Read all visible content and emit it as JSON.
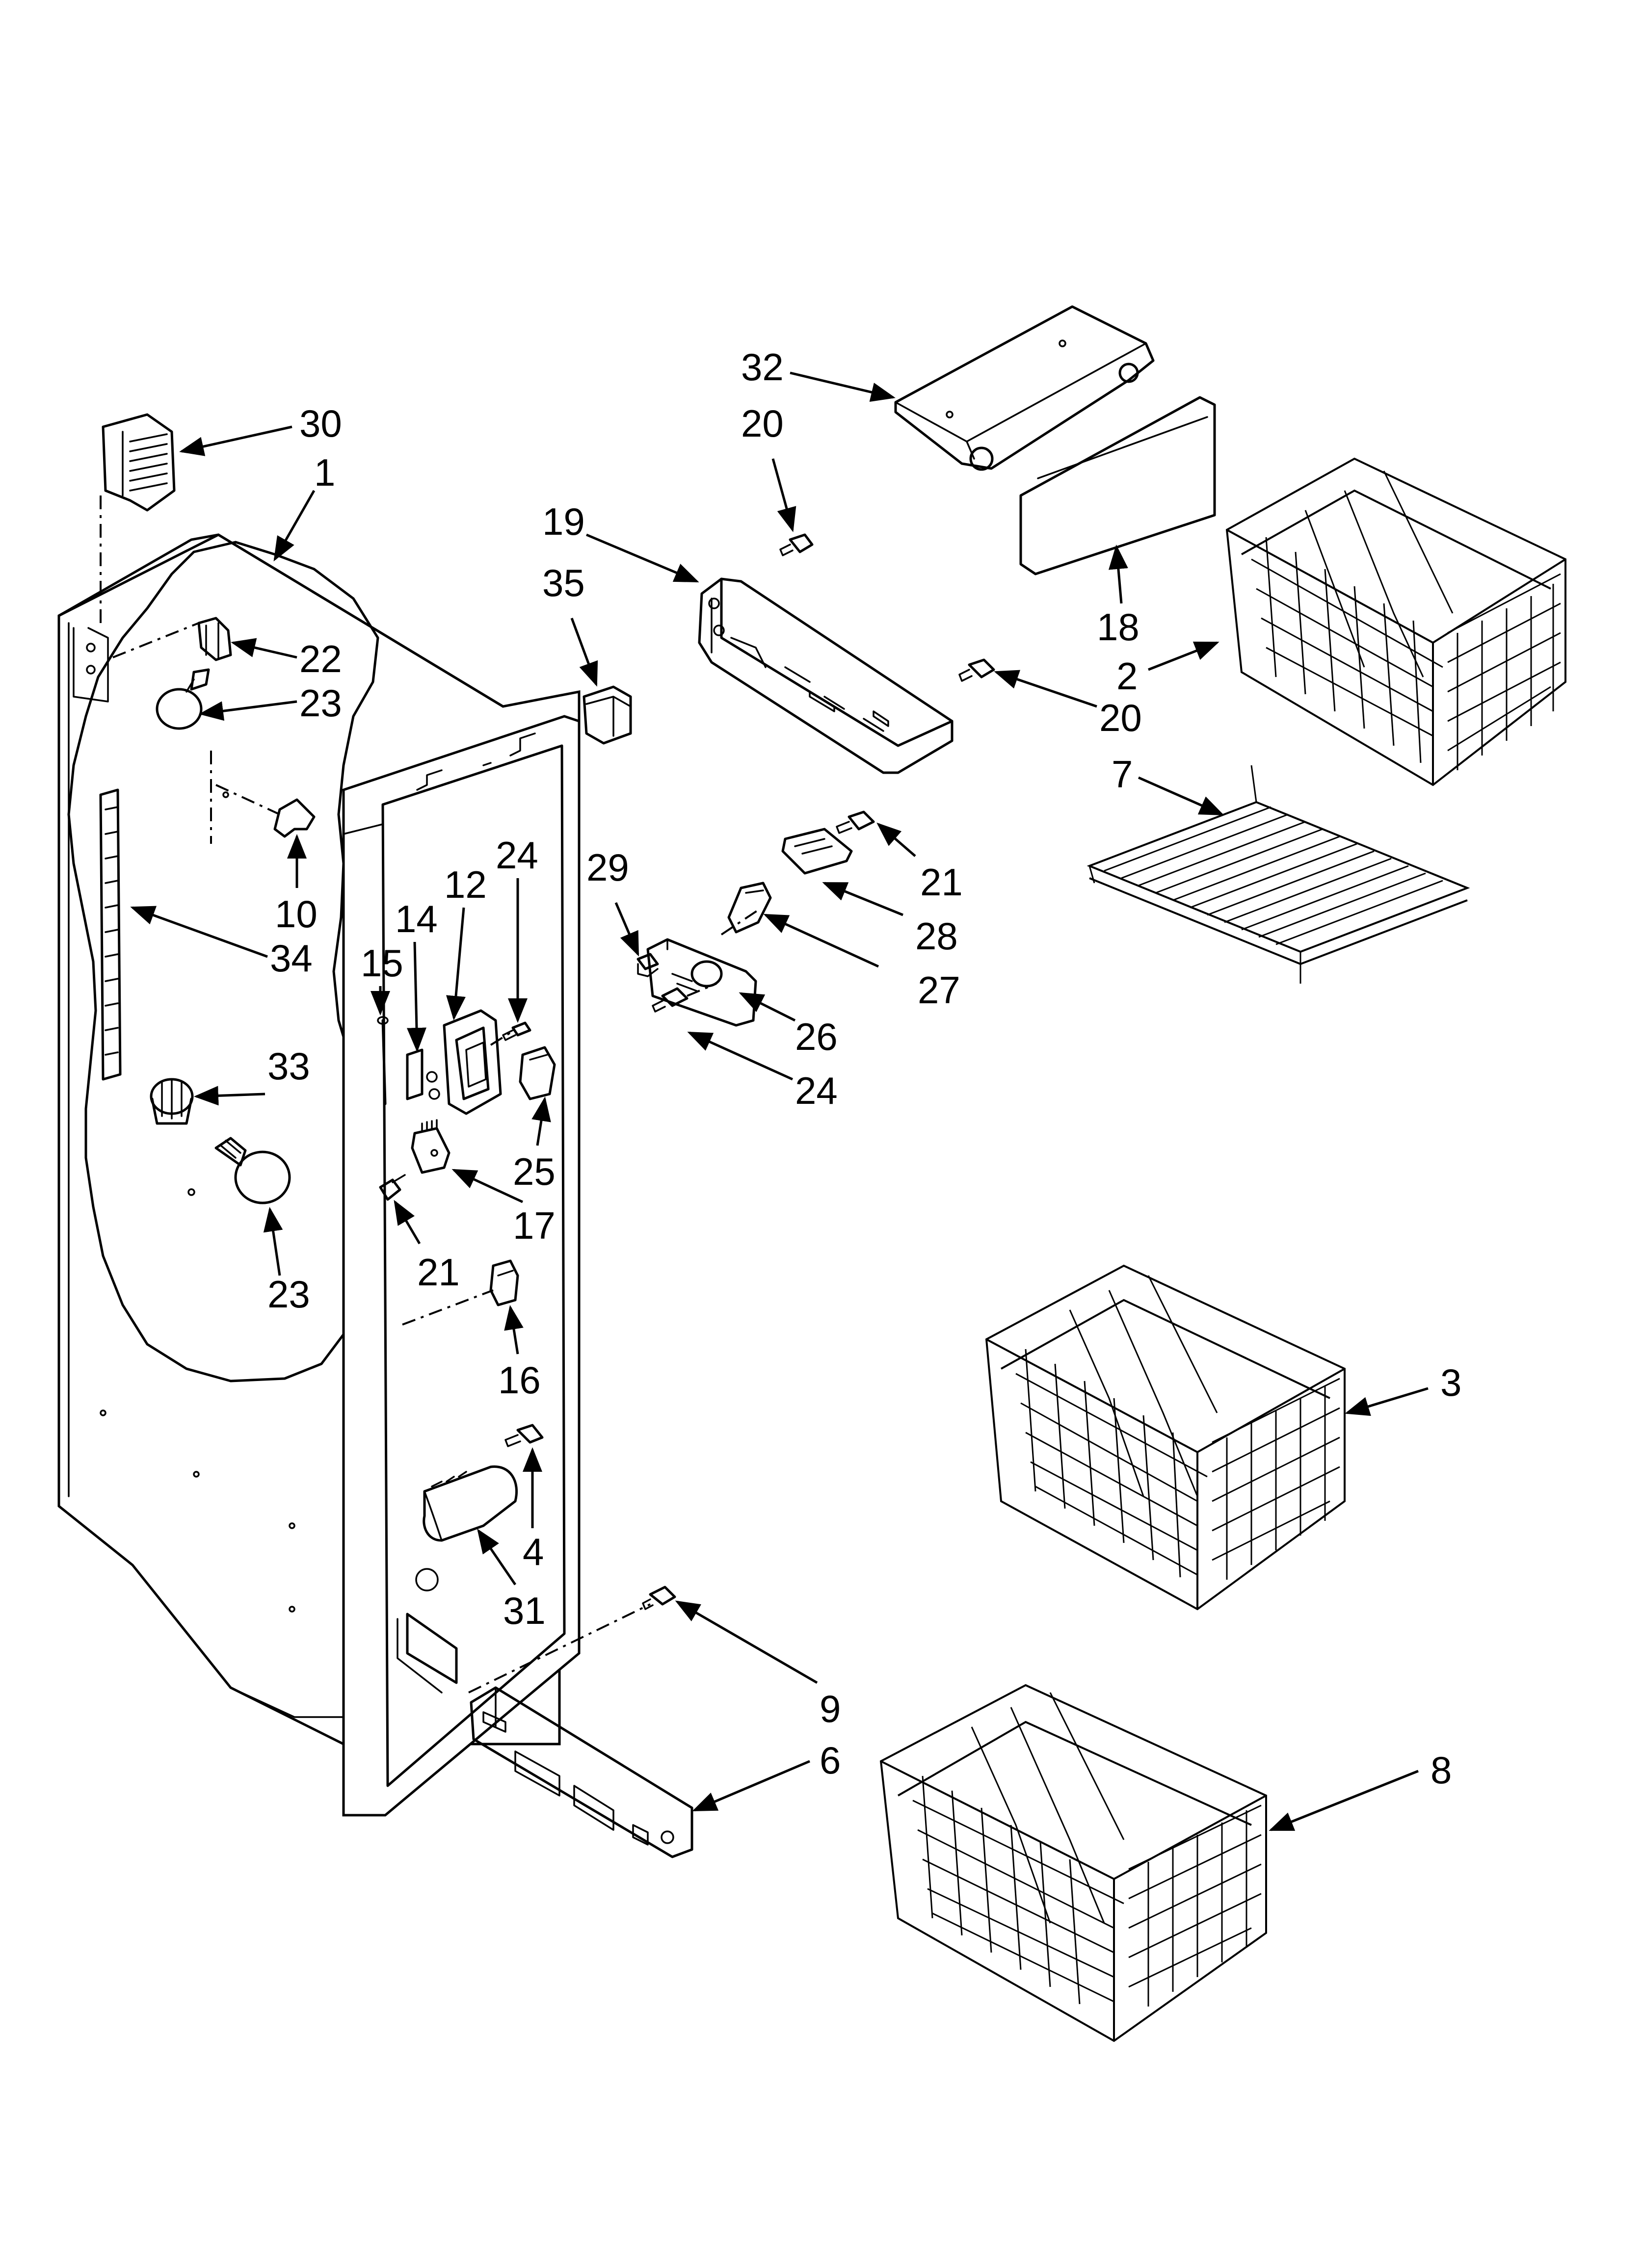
{
  "diagram": {
    "type": "exploded-parts-diagram",
    "line_color": "#000000",
    "background_color": "#ffffff",
    "callouts": [
      {
        "id": "c30",
        "label": "30",
        "part": "30"
      },
      {
        "id": "c1",
        "label": "1",
        "part": "1"
      },
      {
        "id": "c22",
        "label": "22",
        "part": "22"
      },
      {
        "id": "c23a",
        "label": "23",
        "part": "23"
      },
      {
        "id": "c10",
        "label": "10",
        "part": "10"
      },
      {
        "id": "c34",
        "label": "34",
        "part": "34"
      },
      {
        "id": "c33",
        "label": "33",
        "part": "33"
      },
      {
        "id": "c23b",
        "label": "23",
        "part": "23"
      },
      {
        "id": "c32",
        "label": "32",
        "part": "32"
      },
      {
        "id": "c20a",
        "label": "20",
        "part": "20"
      },
      {
        "id": "c19",
        "label": "19",
        "part": "19"
      },
      {
        "id": "c35",
        "label": "35",
        "part": "35"
      },
      {
        "id": "c18",
        "label": "18",
        "part": "18"
      },
      {
        "id": "c20b",
        "label": "20",
        "part": "20"
      },
      {
        "id": "c2",
        "label": "2",
        "part": "2"
      },
      {
        "id": "c7",
        "label": "7",
        "part": "7"
      },
      {
        "id": "c24a",
        "label": "24",
        "part": "24"
      },
      {
        "id": "c12",
        "label": "12",
        "part": "12"
      },
      {
        "id": "c14",
        "label": "14",
        "part": "14"
      },
      {
        "id": "c15",
        "label": "15",
        "part": "15"
      },
      {
        "id": "c29",
        "label": "29",
        "part": "29"
      },
      {
        "id": "c21a",
        "label": "21",
        "part": "21"
      },
      {
        "id": "c28",
        "label": "28",
        "part": "28"
      },
      {
        "id": "c27",
        "label": "27",
        "part": "27"
      },
      {
        "id": "c26",
        "label": "26",
        "part": "26"
      },
      {
        "id": "c24b",
        "label": "24",
        "part": "24"
      },
      {
        "id": "c25",
        "label": "25",
        "part": "25"
      },
      {
        "id": "c17",
        "label": "17",
        "part": "17"
      },
      {
        "id": "c21b",
        "label": "21",
        "part": "21"
      },
      {
        "id": "c16",
        "label": "16",
        "part": "16"
      },
      {
        "id": "c3",
        "label": "3",
        "part": "3"
      },
      {
        "id": "c4",
        "label": "4",
        "part": "4"
      },
      {
        "id": "c31",
        "label": "31",
        "part": "31"
      },
      {
        "id": "c9",
        "label": "9",
        "part": "9"
      },
      {
        "id": "c6",
        "label": "6",
        "part": "6"
      },
      {
        "id": "c8",
        "label": "8",
        "part": "8"
      }
    ]
  }
}
